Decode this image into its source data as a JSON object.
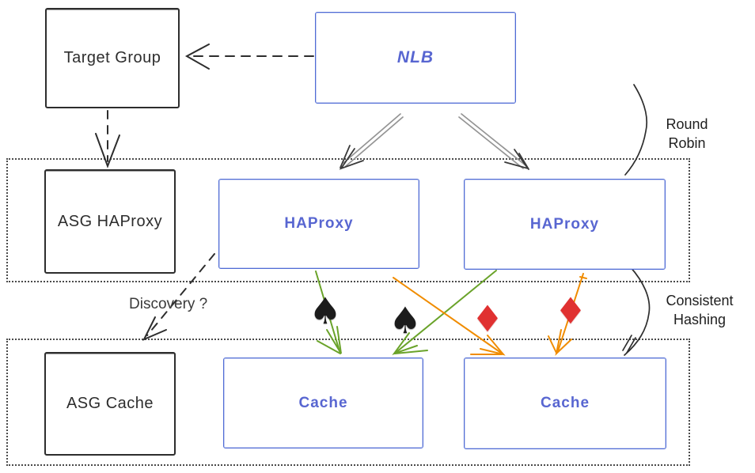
{
  "nodes": {
    "target_group": "Target Group",
    "nlb": "NLB",
    "asg_haproxy": "ASG HAProxy",
    "haproxy_left": "HAProxy",
    "haproxy_right": "HAProxy",
    "asg_cache": "ASG Cache",
    "cache_left": "Cache",
    "cache_right": "Cache"
  },
  "labels": {
    "round_robin_line1": "Round",
    "round_robin_line2": "Robin",
    "consistent_hashing_line1": "Consistent",
    "consistent_hashing_line2": "Hashing",
    "discovery": "Discovery ?"
  },
  "icons": {
    "spade": "♠",
    "diamond": "♦"
  },
  "colors": {
    "box_black": "#2d2d2d",
    "box_blue": "#4f6bd5",
    "text_blue": "#3b4cc9",
    "arrow_gray": "#949494",
    "arrow_green": "#6aa32a",
    "arrow_orange": "#f08c00",
    "icon_spade": "#1c1c1c",
    "icon_diamond": "#e03131",
    "dotted_border": "#4a4a4a"
  }
}
